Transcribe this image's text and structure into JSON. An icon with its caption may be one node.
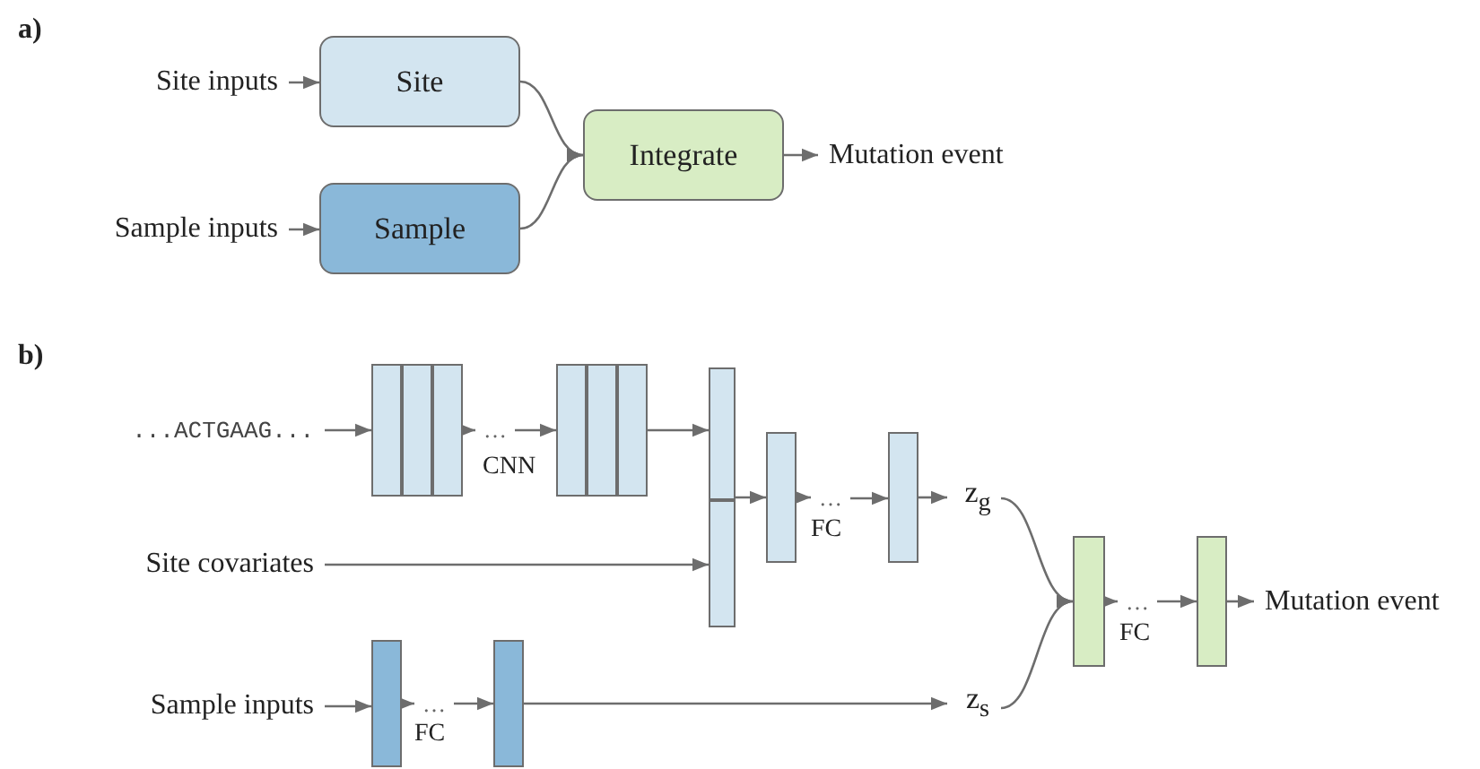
{
  "diagram": {
    "nodes": [
      {
        "text": [
          "Site inputs"
        ]
      },
      {
        "text": [
          "Site"
        ]
      },
      {
        "text": [
          "Sample inputs"
        ]
      },
      {
        "text": [
          "Sample"
        ]
      },
      {
        "text": [
          "Integrate"
        ]
      },
      {
        "text": [
          "Mutation event"
        ]
      },
      {
        "text": [
          "...ACTGAAG..."
        ]
      },
      {
        "text": [],
        "shape": "box"
      },
      {
        "text": [
          "…"
        ]
      },
      {
        "text": [],
        "shape": "box"
      },
      {
        "text": [],
        "shape": "bar"
      },
      {
        "text": [],
        "shape": "bar"
      },
      {
        "text": [
          "…"
        ]
      },
      {
        "text": [],
        "shape": "bar"
      },
      {
        "text": [
          "z$_{g}$"
        ]
      },
      {
        "text": [
          "Site covariates"
        ]
      },
      {
        "text": [],
        "shape": "bar"
      },
      {
        "text": [
          "…"
        ]
      },
      {
        "text": [],
        "shape": "bar"
      },
      {
        "text": [
          "Mutation event"
        ]
      },
      {
        "text": [
          "Sample inputs"
        ]
      },
      {
        "text": [],
        "shape": "bar"
      },
      {
        "text": [
          "…"
        ]
      },
      {
        "text": [],
        "shape": "bar"
      },
      {
        "text": [
          "z$_{s}$"
        ]
      }
    ],
    "edges": [
      {
        "from": 0,
        "to": 1,
        "arrow": "to"
      },
      {
        "from": 2,
        "to": 3,
        "arrow": "to"
      },
      {
        "from": 1,
        "to": 4,
        "arrow": "to"
      },
      {
        "from": 3,
        "to": 4,
        "arrow": "to"
      },
      {
        "from": 4,
        "to": 5,
        "arrow": "to"
      },
      {
        "from": 6,
        "to": 7,
        "arrow": "to"
      },
      {
        "from": 7,
        "to": 8,
        "arrow": "to"
      },
      {
        "from": 8,
        "to": 9,
        "arrow": "to"
      },
      {
        "from": 9,
        "to": 10,
        "arrow": "to"
      },
      {
        "from": 10,
        "to": 11,
        "arrow": "to"
      },
      {
        "from": 11,
        "to": 12,
        "arrow": "to"
      },
      {
        "from": 12,
        "to": 13,
        "arrow": "to"
      },
      {
        "from": 13,
        "to": 14,
        "arrow": "to"
      },
      {
        "from": 15,
        "to": 10,
        "arrow": "to"
      },
      {
        "from": 14,
        "to": 16,
        "arrow": "to"
      },
      {
        "from": 24,
        "to": 16,
        "arrow": "to"
      },
      {
        "from": 16,
        "to": 17,
        "arrow": "to"
      },
      {
        "from": 17,
        "to": 18,
        "arrow": "to"
      },
      {
        "from": 18,
        "to": 19,
        "arrow": "to"
      },
      {
        "from": 20,
        "to": 21,
        "arrow": "to"
      },
      {
        "from": 21,
        "to": 22,
        "arrow": "to"
      },
      {
        "from": 22,
        "to": 23,
        "arrow": "to"
      },
      {
        "from": 23,
        "to": 24,
        "arrow": "to"
      }
    ],
    "labels": [
      "a)",
      "b)",
      "CNN",
      "FC",
      "FC",
      "FC"
    ]
  }
}
